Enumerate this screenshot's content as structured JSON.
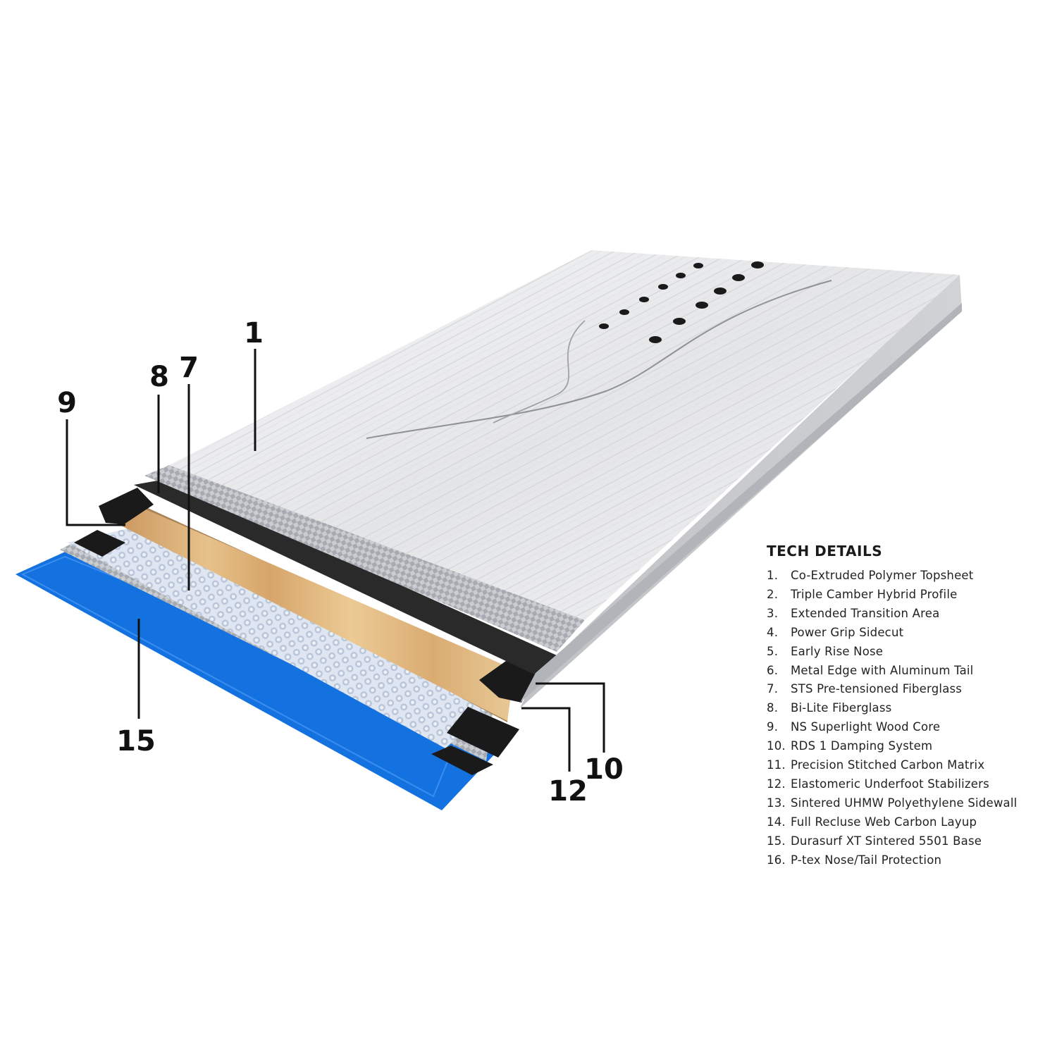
{
  "callouts": {
    "c1": "1",
    "c7": "7",
    "c8": "8",
    "c9": "9",
    "c10": "10",
    "c12": "12",
    "c15": "15"
  },
  "tech_details": {
    "title": "TECH DETAILS",
    "items": [
      {
        "num": "1.",
        "label": "Co-Extruded Polymer Topsheet"
      },
      {
        "num": "2.",
        "label": "Triple Camber Hybrid Profile"
      },
      {
        "num": "3.",
        "label": "Extended Transition Area"
      },
      {
        "num": "4.",
        "label": "Power Grip Sidecut"
      },
      {
        "num": "5.",
        "label": "Early Rise Nose"
      },
      {
        "num": "6.",
        "label": "Metal Edge with Aluminum Tail"
      },
      {
        "num": "7.",
        "label": "STS Pre-tensioned Fiberglass"
      },
      {
        "num": "8.",
        "label": "Bi-Lite Fiberglass"
      },
      {
        "num": "9.",
        "label": "NS Superlight Wood Core"
      },
      {
        "num": "10.",
        "label": "RDS 1 Damping System"
      },
      {
        "num": "11.",
        "label": "Precision Stitched Carbon Matrix"
      },
      {
        "num": "12.",
        "label": "Elastomeric Underfoot Stabilizers"
      },
      {
        "num": "13.",
        "label": "Sintered UHMW Polyethylene Sidewall"
      },
      {
        "num": "14.",
        "label": "Full Recluse Web Carbon Layup"
      },
      {
        "num": "15.",
        "label": "Durasurf XT Sintered 5501 Base"
      },
      {
        "num": "16.",
        "label": "P-tex Nose/Tail Protection"
      }
    ]
  },
  "colors": {
    "base_blue": "#1472e0",
    "topsheet": "#e9eaec",
    "wood_core": "#d9a866",
    "damping_black": "#1a1a1a"
  }
}
